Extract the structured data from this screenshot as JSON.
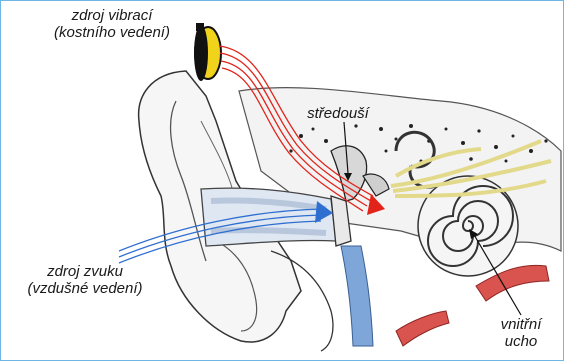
{
  "labels": {
    "bone_source_line1": "zdroj vibrací",
    "bone_source_line2": "(kostního vedení)",
    "middle_ear": "středouší",
    "air_source_line1": "zdroj zvuku",
    "air_source_line2": "(vzdušné vedení)",
    "inner_ear_line1": "vnitřní",
    "inner_ear_line2": "ucho"
  },
  "colors": {
    "frame_border": "#6fb7e6",
    "bone_conduction": "#e2231a",
    "air_conduction": "#2f6fd0",
    "vibrator": "#f2d31b",
    "nerve": "#e3d98a",
    "artery": "#d9534f",
    "vessel": "#7fa6d9"
  }
}
